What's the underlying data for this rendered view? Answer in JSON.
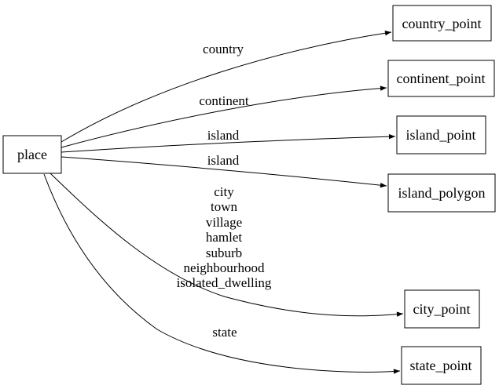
{
  "colors": {
    "background": "#ffffff",
    "line": "#000000",
    "text": "#000000"
  },
  "graph": {
    "root": {
      "label": "place"
    },
    "nodes": [
      {
        "label": "country_point"
      },
      {
        "label": "continent_point"
      },
      {
        "label": "island_point"
      },
      {
        "label": "island_polygon"
      },
      {
        "label": "city_point"
      },
      {
        "label": "state_point"
      }
    ],
    "edges": [
      {
        "from": "place",
        "to": "country_point",
        "label": "country"
      },
      {
        "from": "place",
        "to": "continent_point",
        "label": "continent"
      },
      {
        "from": "place",
        "to": "island_point",
        "label": "island"
      },
      {
        "from": "place",
        "to": "island_polygon",
        "label": "island"
      },
      {
        "from": "place",
        "to": "city_point",
        "label_lines": [
          "city",
          "town",
          "village",
          "hamlet",
          "suburb",
          "neighbourhood",
          "isolated_dwelling"
        ]
      },
      {
        "from": "place",
        "to": "state_point",
        "label": "state"
      }
    ]
  }
}
